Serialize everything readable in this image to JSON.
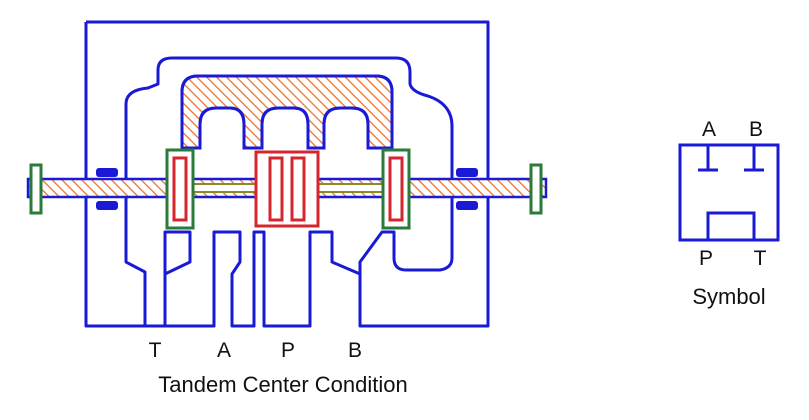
{
  "valve": {
    "caption": "Tandem Center Condition",
    "ports": {
      "t": "T",
      "a": "A",
      "p": "P",
      "b": "B"
    }
  },
  "symbol": {
    "caption": "Symbol",
    "ports": {
      "a": "A",
      "b": "B",
      "p": "P",
      "t": "T"
    }
  },
  "colors": {
    "body": "#1a1ad6",
    "hatch": "#e8742c",
    "land": "#d4262c",
    "bracket": "#2a7a3a",
    "rod": "#8a8a2a"
  }
}
